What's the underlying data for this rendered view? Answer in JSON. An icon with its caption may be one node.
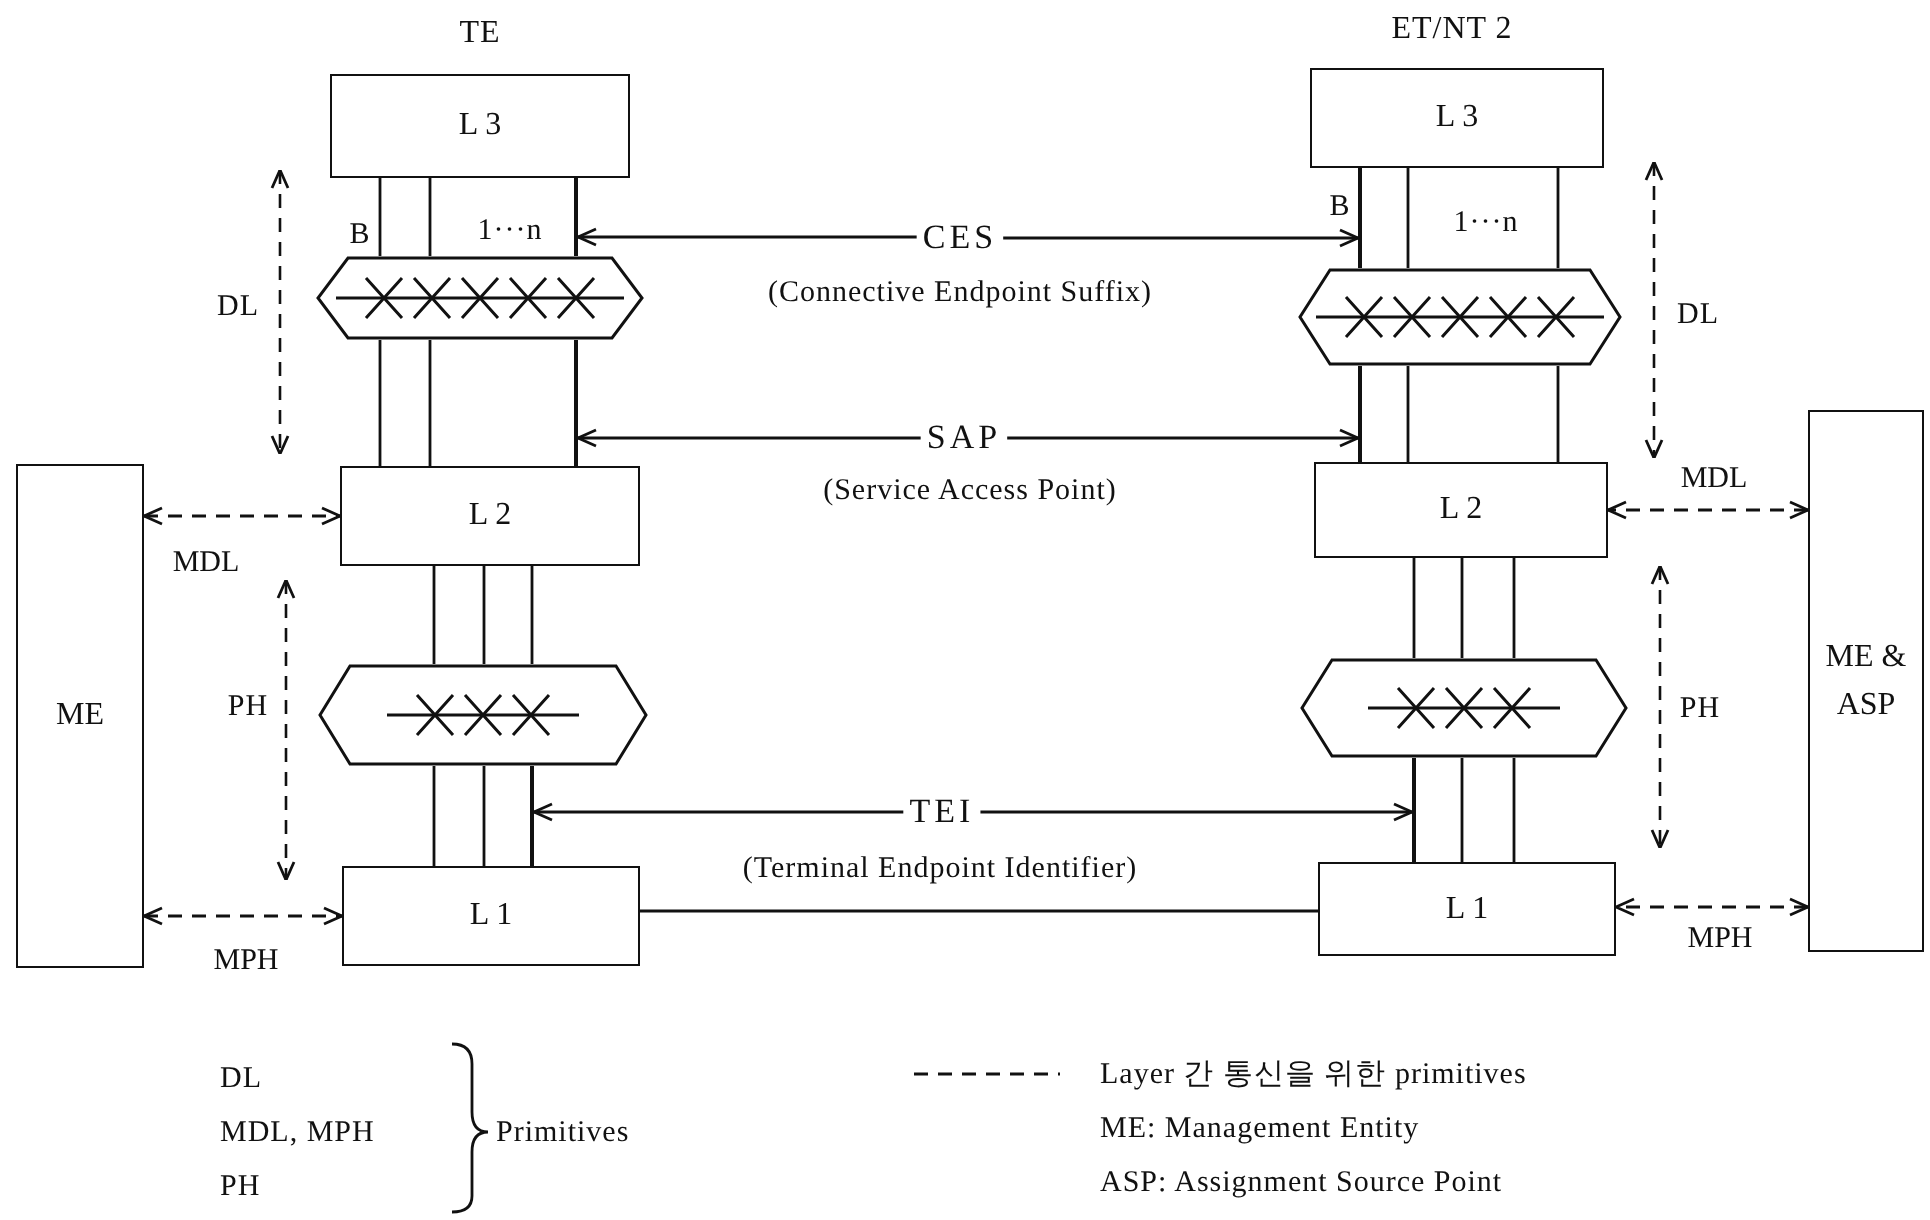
{
  "diagram": {
    "nodes": [
      {
        "text": [
          "L 3"
        ],
        "beside": [
          "TE"
        ]
      },
      {
        "text": [],
        "shape": "hexagon"
      },
      {
        "text": [
          "L 2"
        ]
      },
      {
        "text": [],
        "shape": "hexagon"
      },
      {
        "text": [
          "L 1"
        ]
      },
      {
        "text": [
          "L 3"
        ],
        "beside": [
          "ET/NT 2"
        ]
      },
      {
        "text": [],
        "shape": "hexagon"
      },
      {
        "text": [
          "L 2"
        ]
      },
      {
        "text": [],
        "shape": "hexagon"
      },
      {
        "text": [
          "L 1"
        ]
      },
      {
        "text": [
          "ME"
        ]
      },
      {
        "text": [
          "ME & ASP"
        ]
      },
      {
        "text": [
          "CES"
        ],
        "beside": [
          "(Connective Endpoint Suffix)"
        ]
      },
      {
        "text": [
          "SAP"
        ],
        "beside": [
          "(Service Access Point)"
        ]
      },
      {
        "text": [
          "TEI"
        ],
        "beside": [
          "(Terminal Endpoint Identifier)"
        ]
      },
      {
        "text": [],
        "shape": "line"
      },
      {
        "text": [],
        "shape": "line"
      },
      {
        "text": [],
        "shape": "line"
      },
      {
        "text": [],
        "shape": "line"
      },
      {
        "text": [],
        "shape": "line"
      },
      {
        "text": [],
        "shape": "line"
      }
    ],
    "edges": [
      {
        "from": 0,
        "to": 1,
        "arrow": "none"
      },
      {
        "from": 0,
        "to": 1,
        "arrow": "none"
      },
      {
        "from": 1,
        "to": 2,
        "arrow": "none"
      },
      {
        "from": 1,
        "to": 2,
        "arrow": "none"
      },
      {
        "from": 2,
        "to": 3,
        "arrow": "none"
      },
      {
        "from": 2,
        "to": 3,
        "arrow": "none"
      },
      {
        "from": 2,
        "to": 3,
        "arrow": "none"
      },
      {
        "from": 3,
        "to": 4,
        "arrow": "none"
      },
      {
        "from": 3,
        "to": 4,
        "arrow": "none"
      },
      {
        "from": 5,
        "to": 6,
        "arrow": "none"
      },
      {
        "from": 5,
        "to": 6,
        "arrow": "none"
      },
      {
        "from": 6,
        "to": 7,
        "arrow": "none"
      },
      {
        "from": 6,
        "to": 7,
        "arrow": "none"
      },
      {
        "from": 7,
        "to": 8,
        "arrow": "none"
      },
      {
        "from": 7,
        "to": 8,
        "arrow": "none"
      },
      {
        "from": 7,
        "to": 8,
        "arrow": "none"
      },
      {
        "from": 8,
        "to": 9,
        "arrow": "none"
      },
      {
        "from": 8,
        "to": 9,
        "arrow": "none"
      },
      {
        "from": 12,
        "to": 15,
        "arrow": "to"
      },
      {
        "from": 12,
        "to": 16,
        "arrow": "to"
      },
      {
        "from": 13,
        "to": 17,
        "arrow": "to"
      },
      {
        "from": 13,
        "to": 18,
        "arrow": "to"
      },
      {
        "from": 14,
        "to": 19,
        "arrow": "to"
      },
      {
        "from": 14,
        "to": 20,
        "arrow": "to"
      },
      {
        "from": 4,
        "to": 9,
        "arrow": "none"
      },
      {
        "from": 10,
        "to": 2,
        "arrow": "both",
        "style": "dashed",
        "label": "MDL"
      },
      {
        "from": 10,
        "to": 4,
        "arrow": "both",
        "style": "dashed",
        "label": "MPH"
      },
      {
        "from": 11,
        "to": 7,
        "arrow": "both",
        "style": "dashed",
        "label": "MDL"
      },
      {
        "from": 11,
        "to": 9,
        "arrow": "both",
        "style": "dashed",
        "label": "MPH"
      }
    ],
    "labels": [
      "B",
      "1···n",
      "B",
      "1···n",
      "DL",
      "DL",
      "PH",
      "PH",
      "DL",
      "MDL, MPH",
      "PH",
      "Primitives",
      "ME: Management Entity",
      "ASP: Assignment Source Point"
    ],
    "legend": [
      {
        "text": "Layer 간 통신을 위한 primitives"
      }
    ]
  }
}
